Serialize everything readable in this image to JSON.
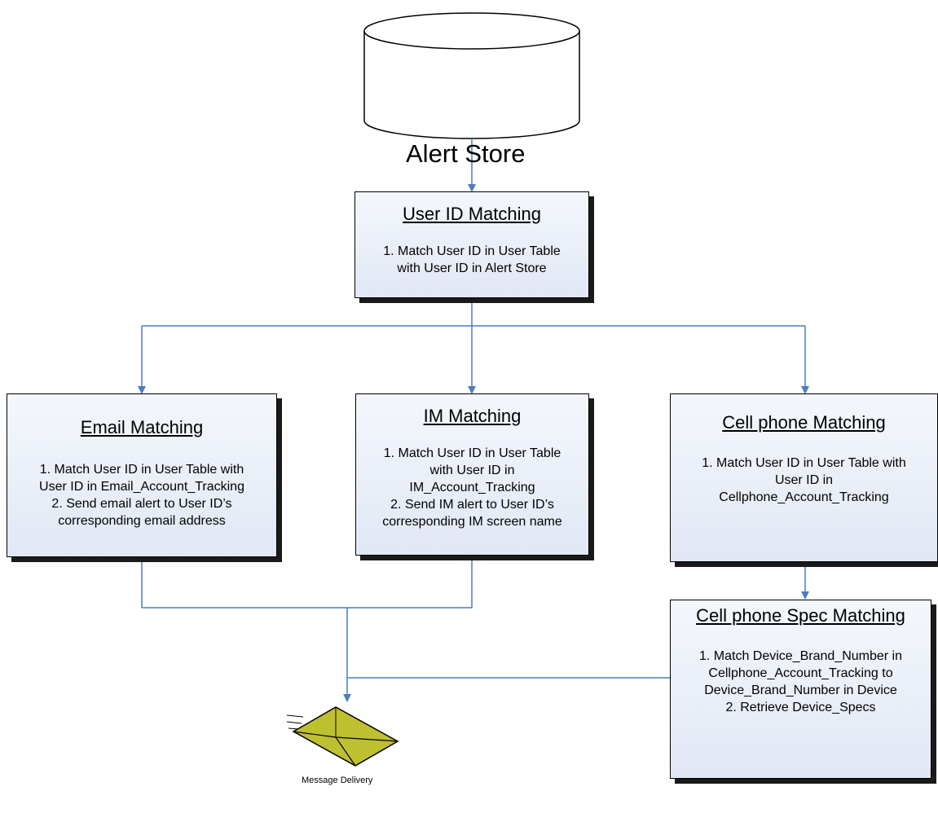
{
  "store": {
    "label": "Alert Store"
  },
  "boxes": {
    "user_id": {
      "title": "User ID Matching",
      "lines": [
        "1. Match User ID in User Table",
        "with User ID in Alert Store"
      ]
    },
    "email": {
      "title": "Email Matching",
      "lines": [
        "1. Match User ID in User Table with",
        "User ID in Email_Account_Tracking",
        "2. Send email alert to User ID’s",
        "corresponding email address"
      ]
    },
    "im": {
      "title": "IM Matching",
      "lines": [
        "1. Match User ID in User Table",
        "with User ID in",
        "IM_Account_Tracking",
        "2. Send IM alert to User ID’s",
        "corresponding IM screen name"
      ]
    },
    "cell": {
      "title": "Cell phone Matching",
      "lines": [
        "1. Match User ID in User Table with",
        "User ID in",
        "Cellphone_Account_Tracking"
      ]
    },
    "spec": {
      "title": "Cell phone Spec Matching",
      "lines": [
        "1. Match Device_Brand_Number in",
        "Cellphone_Account_Tracking to",
        "Device_Brand_Number in Device",
        "2. Retrieve Device_Specs"
      ]
    }
  },
  "delivery": {
    "label": "Message Delivery"
  },
  "colors": {
    "connector": "#4a7ebb",
    "envelope": "#bfc030",
    "box_fill": "#e8edf5"
  }
}
